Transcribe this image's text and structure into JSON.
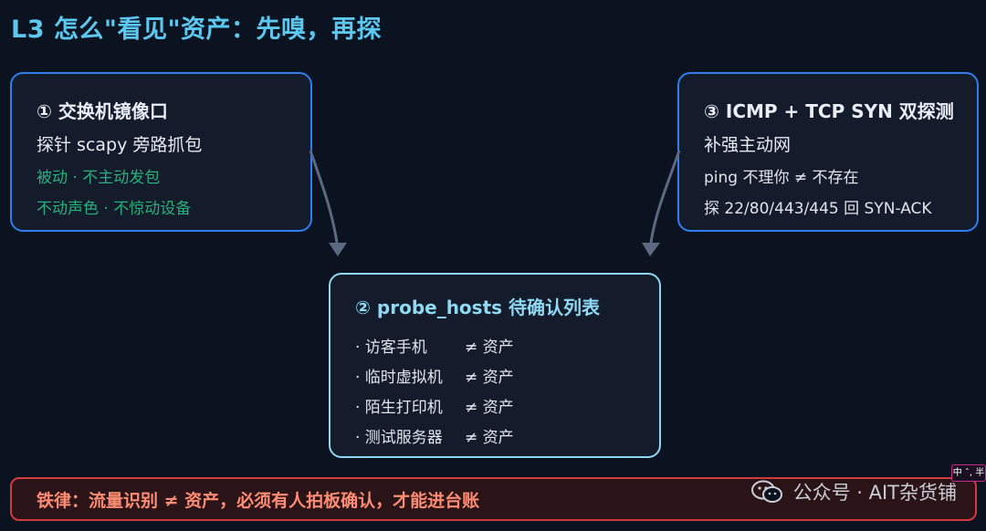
{
  "title": "L3 怎么\"看见\"资产：先嗅，再探",
  "box1": {
    "heading": "① 交换机镜像口",
    "sub": "探针 scapy 旁路抓包",
    "notes": [
      "被动 · 不主动发包",
      "不动声色 · 不惊动设备"
    ]
  },
  "box3": {
    "heading": "③ ICMP + TCP SYN 双探测",
    "sub": "补强主动网",
    "notes": [
      "ping 不理你 ≠ 不存在",
      "探 22/80/443/445 回 SYN-ACK"
    ]
  },
  "box2": {
    "heading": "② probe_hosts 待确认列表",
    "items": [
      {
        "name": "· 访客手机",
        "tag": "≠ 资产"
      },
      {
        "name": "· 临时虚拟机",
        "tag": "≠ 资产"
      },
      {
        "name": "· 陌生打印机",
        "tag": "≠ 资产"
      },
      {
        "name": "· 测试服务器",
        "tag": "≠ 资产"
      }
    ]
  },
  "footer": "铁律：流量识别 ≠ 资产，必须有人拍板确认，才能进台账",
  "watermark": "公众号 · AIT杂货铺",
  "badge": "中 ˆ, 半",
  "colors": {
    "background": "#0b1321",
    "title": "#5cc8f0",
    "box_border_blue": "#2f7ef0",
    "box_border_cyan": "#8fd6f2",
    "green_note": "#27b07c",
    "footer_border": "#d23b3b",
    "footer_text": "#ff8c73",
    "arrow": "#5b6a80"
  },
  "icons": [
    "wechat-icon",
    "arrow-icon"
  ]
}
